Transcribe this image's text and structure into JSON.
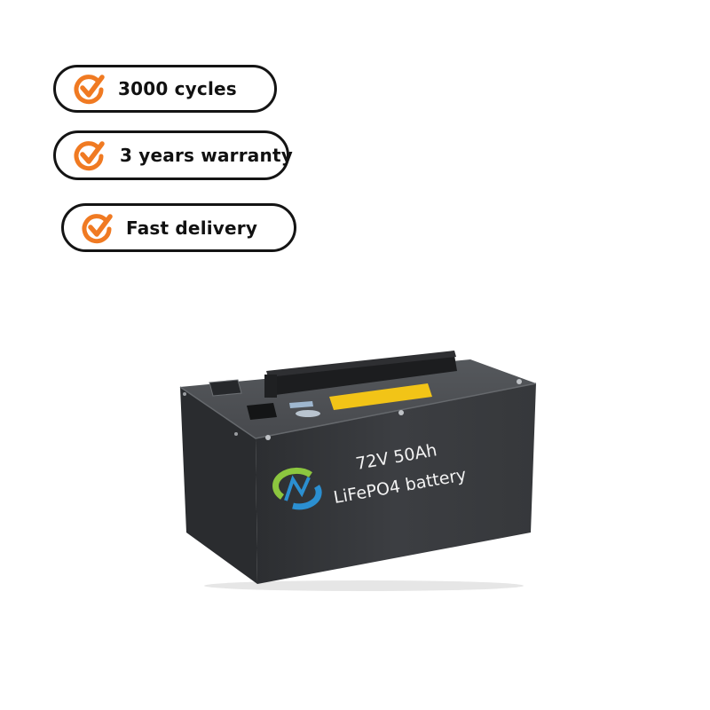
{
  "features": [
    {
      "label": "3000 cycles",
      "icon": "check-circle-icon"
    },
    {
      "label": "3 years warranty",
      "icon": "check-circle-icon"
    },
    {
      "label": "Fast delivery",
      "icon": "check-circle-icon"
    }
  ],
  "product": {
    "spec_line_1": "72V 50Ah",
    "spec_line_2": "LiFePO4 battery",
    "logo": "brand-logo-icon"
  },
  "colors": {
    "accent": "#f07a22",
    "badge_border": "#141414",
    "battery_body": "#3a3c3f",
    "warning_label": "#f2c417"
  }
}
